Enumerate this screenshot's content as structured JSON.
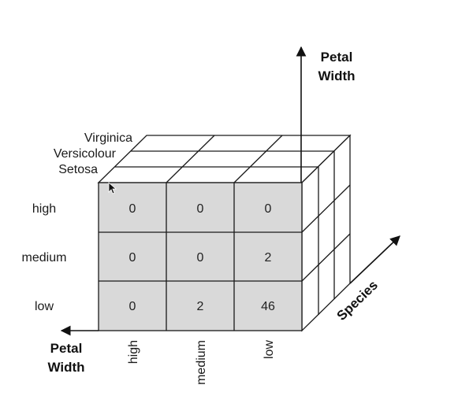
{
  "species": [
    "Virginica",
    "Versicolour",
    "Setosa"
  ],
  "row_labels": [
    "high",
    "medium",
    "low"
  ],
  "col_labels": [
    "high",
    "medium",
    "low"
  ],
  "front_values": [
    [
      "0",
      "0",
      "0"
    ],
    [
      "0",
      "0",
      "2"
    ],
    [
      "0",
      "2",
      "46"
    ]
  ],
  "axes": {
    "vertical_line1": "Petal",
    "vertical_line2": "Width",
    "horizontal_line1": "Petal",
    "horizontal_line2": "Width",
    "depth": "Species"
  },
  "colors": {
    "front_face": "#d9d9d9",
    "lines": "#1a1a1a"
  }
}
